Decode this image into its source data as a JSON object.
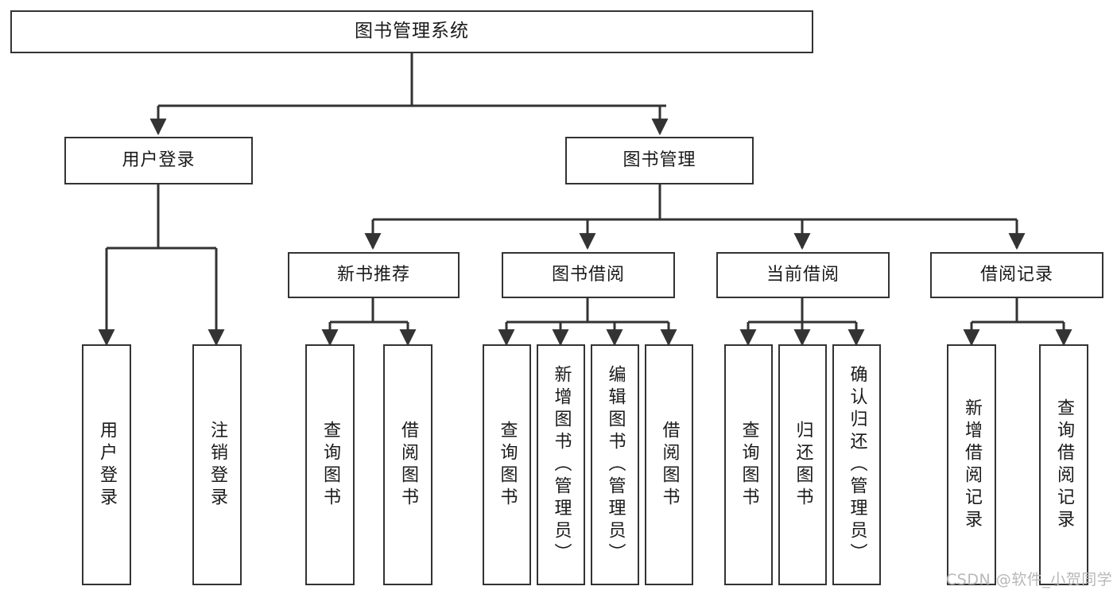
{
  "diagram": {
    "type": "tree-structure-chart",
    "title": "图书管理系统",
    "watermark": "CSDN @软件_小贺同学",
    "colors": {
      "border": "#333333",
      "background": "#ffffff",
      "text": "#1a1a1a",
      "watermark": "#b8b8b8"
    },
    "nodes": {
      "root": {
        "label": "图书管理系统"
      },
      "level2": [
        {
          "label": "用户登录"
        },
        {
          "label": "图书管理"
        }
      ],
      "level3": [
        {
          "label": "新书推荐"
        },
        {
          "label": "图书借阅"
        },
        {
          "label": "当前借阅"
        },
        {
          "label": "借阅记录"
        }
      ],
      "leaves": {
        "user_login": [
          {
            "label": "用户登录"
          },
          {
            "label": "注销登录"
          }
        ],
        "new_book": [
          {
            "label": "查询图书"
          },
          {
            "label": "借阅图书"
          }
        ],
        "book_borrow": [
          {
            "label": "查询图书"
          },
          {
            "label": "新增图书（管理员）"
          },
          {
            "label": "编辑图书（管理员）"
          },
          {
            "label": "借阅图书"
          }
        ],
        "current_borrow": [
          {
            "label": "查询图书"
          },
          {
            "label": "归还图书"
          },
          {
            "label": "确认归还（管理员）"
          }
        ],
        "borrow_record": [
          {
            "label": "新增借阅记录"
          },
          {
            "label": "查询借阅记录"
          }
        ]
      }
    }
  }
}
